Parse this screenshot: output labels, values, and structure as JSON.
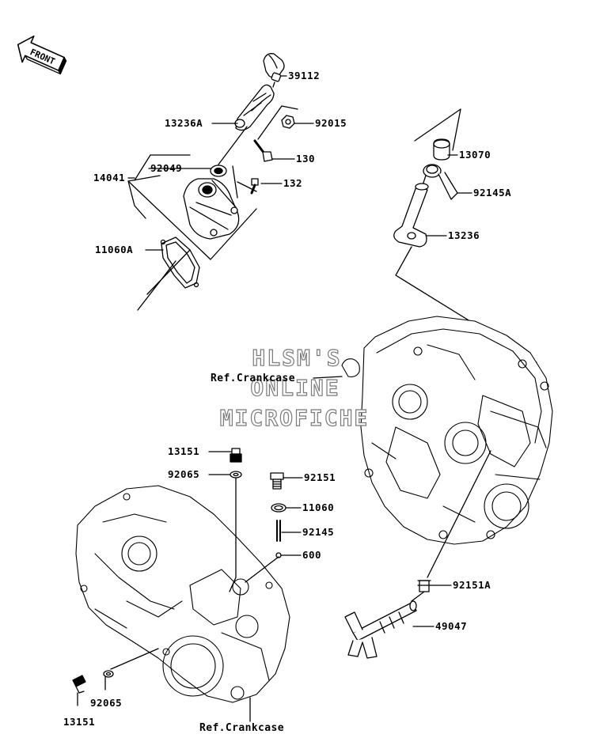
{
  "front_label": "FRONT",
  "watermark": [
    "HLSM'S",
    "ONLINE",
    "MICROFICHE"
  ],
  "refs": {
    "upper": "Ref.Crankcase",
    "lower": "Ref.Crankcase"
  },
  "parts": {
    "p39112": "39112",
    "p13236A": "13236A",
    "p92015": "92015",
    "p130": "130",
    "p14041": "14041",
    "p92049": "92049",
    "p132": "132",
    "p11060A": "11060A",
    "p13070": "13070",
    "p92145A": "92145A",
    "p13236": "13236",
    "p13151_top": "13151",
    "p92065_top": "92065",
    "p92151": "92151",
    "p11060": "11060",
    "p92145": "92145",
    "p600": "600",
    "p92151A": "92151A",
    "p49047": "49047",
    "p92065_bot": "92065",
    "p13151_bot": "13151"
  }
}
